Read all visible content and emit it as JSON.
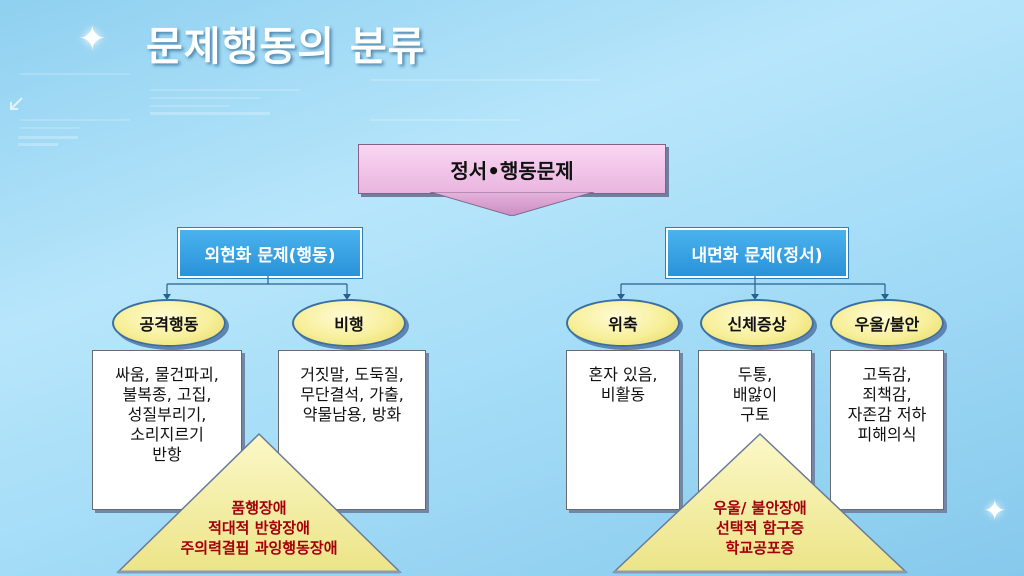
{
  "slide": {
    "title": "문제행동의 분류",
    "main": "정서•행동문제",
    "categories": [
      {
        "label": "외현화 문제(행동)"
      },
      {
        "label": "내면화 문제(정서)"
      }
    ],
    "subcategories": [
      {
        "label": "공격행동",
        "lines": [
          "싸움, 물건파괴,",
          "불복종, 고집,",
          "성질부리기,",
          "소리지르기",
          "반항"
        ]
      },
      {
        "label": "비행",
        "lines": [
          "거짓말, 도둑질,",
          "무단결석, 가출,",
          "약물남용, 방화"
        ]
      },
      {
        "label": "위축",
        "lines": [
          "혼자 있음,",
          "비활동"
        ]
      },
      {
        "label": "신체증상",
        "lines": [
          "두통,",
          "배앓이",
          "구토"
        ]
      },
      {
        "label": "우울/불안",
        "lines": [
          "고독감,",
          "죄책감,",
          "자존감 저하",
          "피해의식"
        ]
      }
    ],
    "disorders": [
      {
        "lines": [
          "품행장애",
          "적대적 반항장애",
          "주의력결핍 과잉행동장애"
        ]
      },
      {
        "lines": [
          "우울/ 불안장애",
          "선택적 함구증",
          "학교공포증"
        ]
      }
    ]
  },
  "colors": {
    "main_box": "#eec3e8",
    "category_box": "#3aa3e3",
    "oval": "#f5ec90",
    "triangle": "#f3ee9e",
    "disorder_text": "#a3000b"
  }
}
